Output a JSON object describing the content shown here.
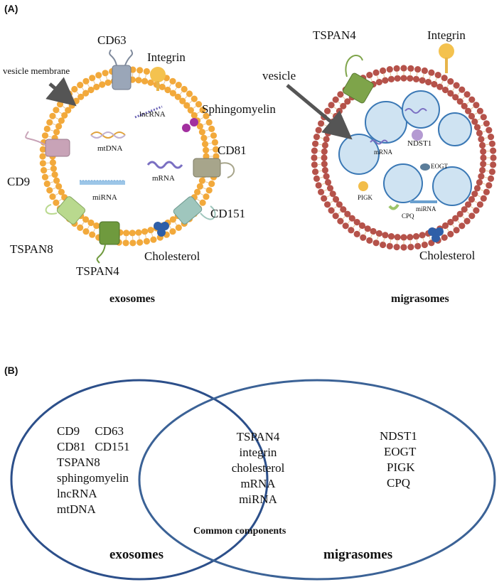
{
  "panel_a": {
    "label": "(A)",
    "exosome": {
      "caption": "exosomes",
      "labels": {
        "vesicle_membrane": "vesicle membrane",
        "cd63": "CD63",
        "integrin": "Integrin",
        "sphingomyelin": "Sphingomyelin",
        "cd81": "CD81",
        "cd151": "CD151",
        "cholesterol": "Cholesterol",
        "tspan4": "TSPAN4",
        "tspan8": "TSPAN8",
        "cd9": "CD9",
        "lncrna": "lncRNA",
        "mtdna": "mtDNA",
        "mrna": "mRNA",
        "mirna": "miRNA"
      }
    },
    "migrasome": {
      "caption": "migrasomes",
      "labels": {
        "tspan4": "TSPAN4",
        "integrin": "Integrin",
        "vesicle": "vesicle",
        "mrna": "mRNA",
        "ndst1": "NDST1",
        "eogt": "EOGT",
        "pigk": "PIGK",
        "cpq": "CPQ",
        "mirna": "miRNA",
        "cholesterol": "Cholesterol"
      }
    },
    "colors": {
      "bead_exo": "#f2a93b",
      "bead_migra": "#b5524a",
      "vesicle_fill": "#cfe3f2",
      "vesicle_stroke": "#3a78b5",
      "arrow": "#555555",
      "cholesterol": "#2f5fa8"
    }
  },
  "panel_b": {
    "label": "(B)",
    "exosome_only": [
      "CD9     CD63",
      "CD81   CD151",
      "TSPAN8",
      "sphingomyelin",
      "lncRNA",
      "mtDNA"
    ],
    "common": [
      "TSPAN4",
      "integrin",
      "cholesterol",
      "mRNA",
      "miRNA"
    ],
    "common_title": "Common components",
    "migrasome_only": [
      "NDST1",
      "EOGT",
      "PIGK",
      "CPQ"
    ],
    "exosome_title": "exosomes",
    "migrasome_title": "migrasomes",
    "colors": {
      "circle_left": "#2c4f8a",
      "circle_right": "#3b6296"
    }
  }
}
